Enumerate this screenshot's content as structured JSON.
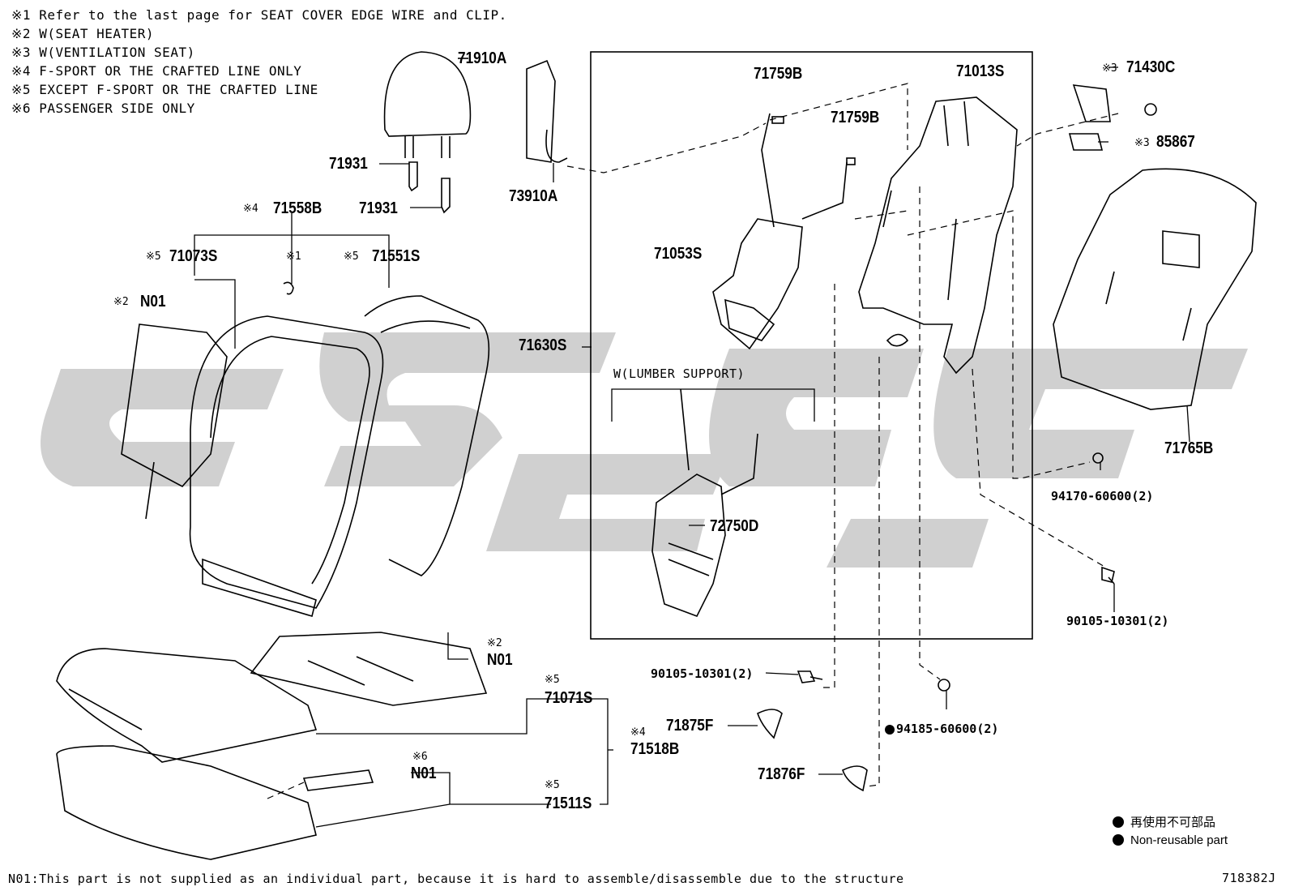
{
  "notes": [
    {
      "mark": "※1",
      "text": "Refer to the last page for SEAT COVER EDGE WIRE and CLIP."
    },
    {
      "mark": "※2",
      "text": "W(SEAT HEATER)"
    },
    {
      "mark": "※3",
      "text": "W(VENTILATION SEAT)"
    },
    {
      "mark": "※4",
      "text": "F-SPORT OR THE CRAFTED LINE ONLY"
    },
    {
      "mark": "※5",
      "text": "EXCEPT F-SPORT OR THE CRAFTED LINE"
    },
    {
      "mark": "※6",
      "text": "PASSENGER SIDE ONLY"
    }
  ],
  "parts": {
    "p71910A": "71910A",
    "p73910A": "73910A",
    "p71931a": "71931",
    "p71931b": "71931",
    "p71558B": "71558B",
    "p71073S": "71073S",
    "p71551S": "71551S",
    "pN01a": "N01",
    "p71759Ba": "71759B",
    "p71759Bb": "71759B",
    "p71013S": "71013S",
    "p71430C": "71430C",
    "p85867": "85867",
    "p71053S": "71053S",
    "p71630S": "71630S",
    "p72750D": "72750D",
    "p71765B": "71765B",
    "p94170": "94170-60600(2)",
    "p90105a": "90105-10301(2)",
    "p90105b": "90105-10301(2)",
    "p94185": "94185-60600(2)",
    "pN01b": "N01",
    "p71071S": "71071S",
    "p71875F": "71875F",
    "p71518B": "71518B",
    "p71876F": "71876F",
    "pN01c": "N01",
    "p71511S": "71511S"
  },
  "marks": {
    "m4a": "※4",
    "m5a": "※5",
    "m1": "※1",
    "m5b": "※5",
    "m2a": "※2",
    "m3a": "※3",
    "m3b": "※3",
    "m2b": "※2",
    "m5c": "※5",
    "m4b": "※4",
    "m6": "※6",
    "m5d": "※5"
  },
  "lumbar_note": "W(LUMBER SUPPORT)",
  "legend": {
    "jp": "再使用不可部品",
    "en": "Non-reusable part"
  },
  "footer": "N01:This part is not supplied as an individual part, because it is hard to assemble/disassemble due to the structure",
  "diagram_id": "718382J"
}
